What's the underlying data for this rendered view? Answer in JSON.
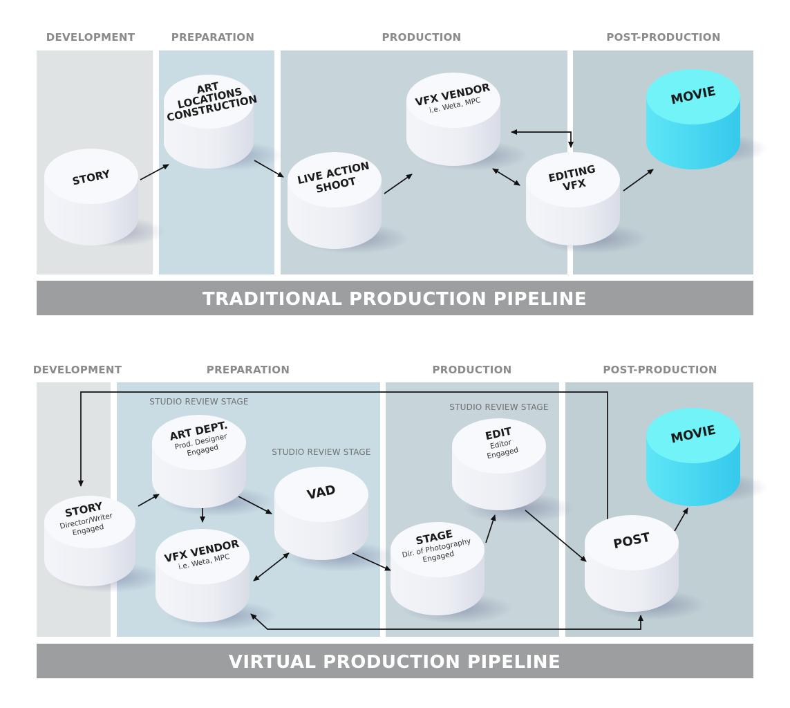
{
  "traditional": {
    "stages": [
      "DEVELOPMENT",
      "PREPARATION",
      "PRODUCTION",
      "POST-PRODUCTION"
    ],
    "banner": "TRADITIONAL PRODUCTION PIPELINE",
    "nodes": {
      "story": {
        "lines": [
          "STORY"
        ]
      },
      "art": {
        "lines": [
          "ART",
          "LOCATIONS",
          "CONSTRUCTION"
        ]
      },
      "live_action": {
        "lines": [
          "LIVE ACTION",
          "SHOOT"
        ]
      },
      "vfx_vendor": {
        "title": "VFX VENDOR",
        "sub": "i.e. Weta, MPC"
      },
      "editing": {
        "lines": [
          "EDITING",
          "VFX"
        ]
      },
      "movie": {
        "lines": [
          "MOVIE"
        ]
      }
    }
  },
  "virtual": {
    "stages": [
      "DEVELOPMENT",
      "PREPARATION",
      "PRODUCTION",
      "POST-PRODUCTION"
    ],
    "review_labels": [
      "STUDIO REVIEW STAGE",
      "STUDIO REVIEW STAGE",
      "STUDIO REVIEW STAGE"
    ],
    "banner": "VIRTUAL PRODUCTION PIPELINE",
    "nodes": {
      "story": {
        "title": "STORY",
        "sub": [
          "Director/Writer",
          "Engaged"
        ]
      },
      "art_dept": {
        "title": "ART DEPT.",
        "sub": [
          "Prod. Designer",
          "Engaged"
        ]
      },
      "vad": {
        "title": "VAD"
      },
      "vfx_vendor": {
        "title": "VFX VENDOR",
        "sub": [
          "i.e. Weta, MPC"
        ]
      },
      "stage": {
        "title": "STAGE",
        "sub": [
          "Dir. of Photography",
          "Engaged"
        ]
      },
      "edit": {
        "title": "EDIT",
        "sub": [
          "Editor",
          "Engaged"
        ]
      },
      "post": {
        "title": "POST"
      },
      "movie": {
        "title": "MOVIE"
      }
    }
  },
  "colors": {
    "development_bg": "#dfe3e4",
    "preparation_bg": "#c9dce4",
    "production_bg": "#c7d4d9",
    "post_bg": "#c0cfd4",
    "banner_bg": "#9d9e9f",
    "node_top": "#f7f8fb",
    "node_side": "#e6e8f0",
    "movie_top": "#6ff2f7",
    "movie_side": "#3fd4ef"
  }
}
